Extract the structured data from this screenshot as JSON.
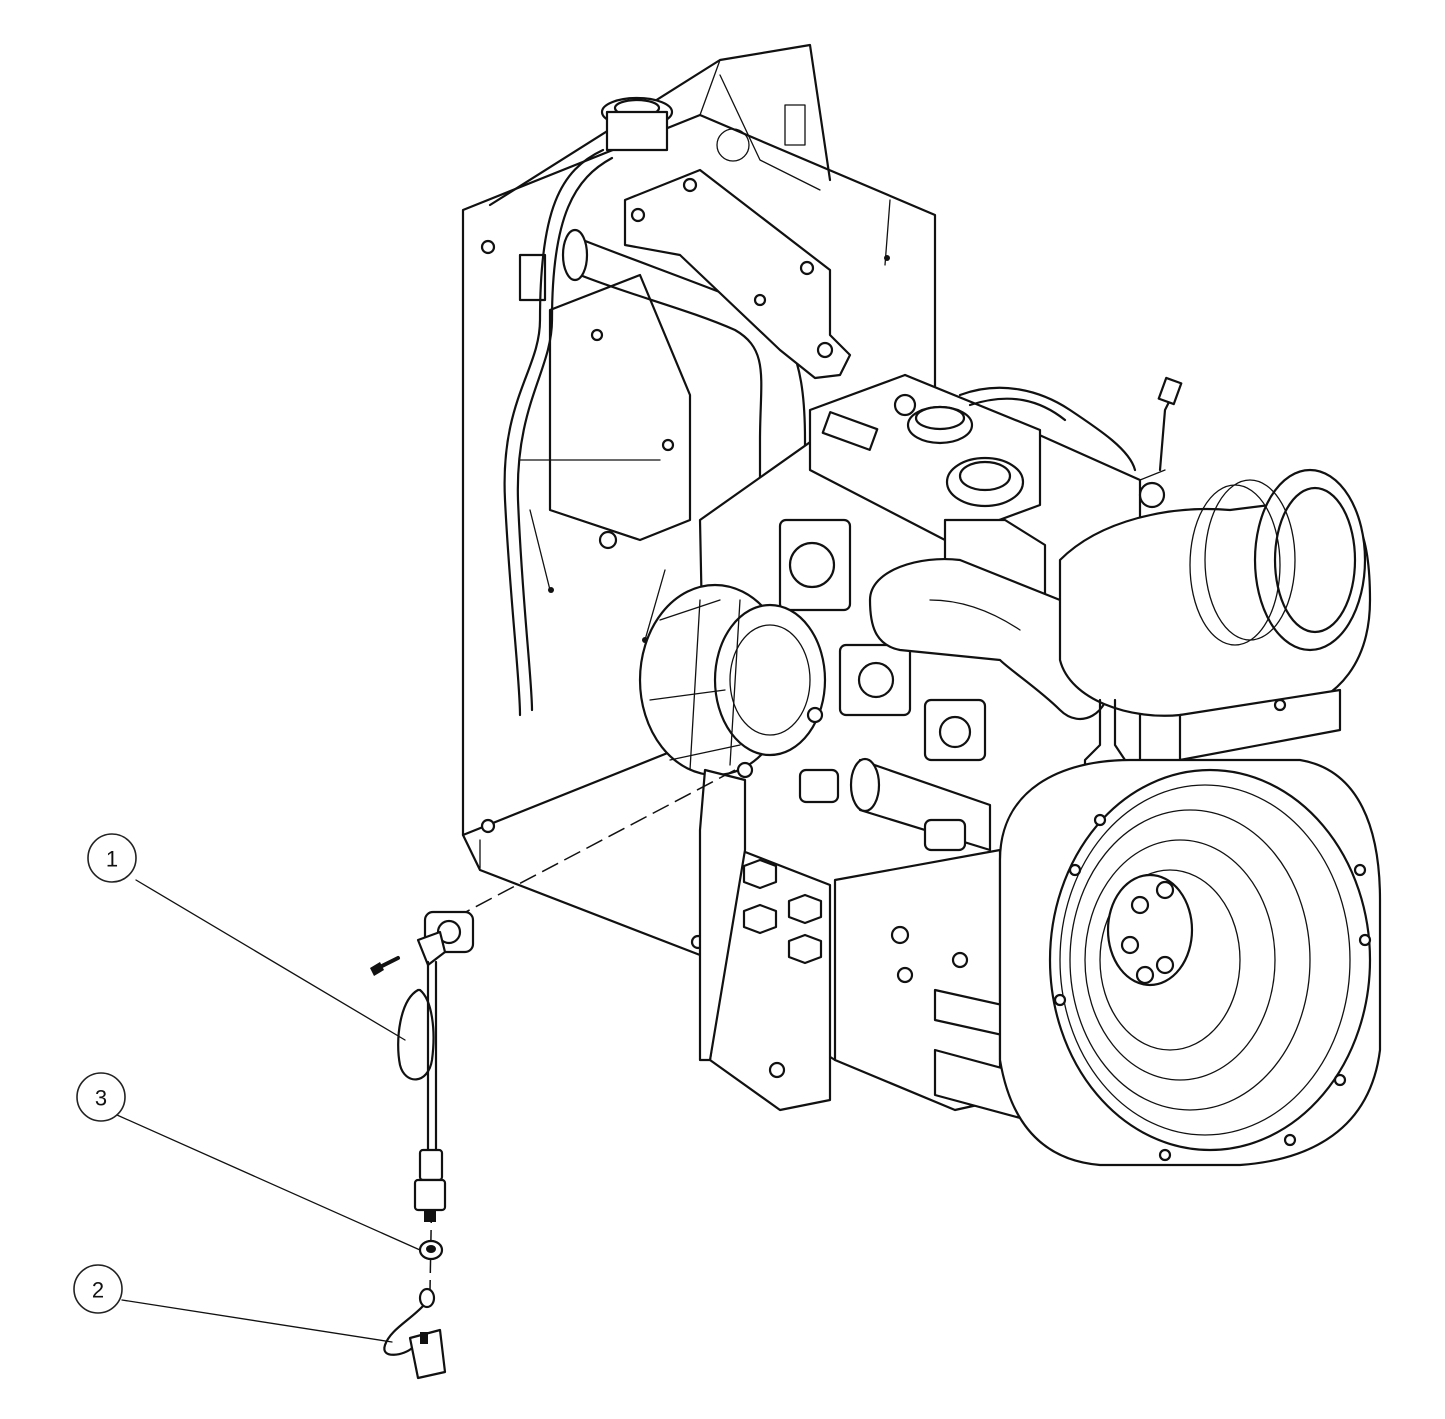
{
  "callouts": [
    {
      "label": "1"
    },
    {
      "label": "3"
    },
    {
      "label": "2"
    }
  ],
  "colors": {
    "line": "#111111",
    "background": "#ffffff"
  }
}
